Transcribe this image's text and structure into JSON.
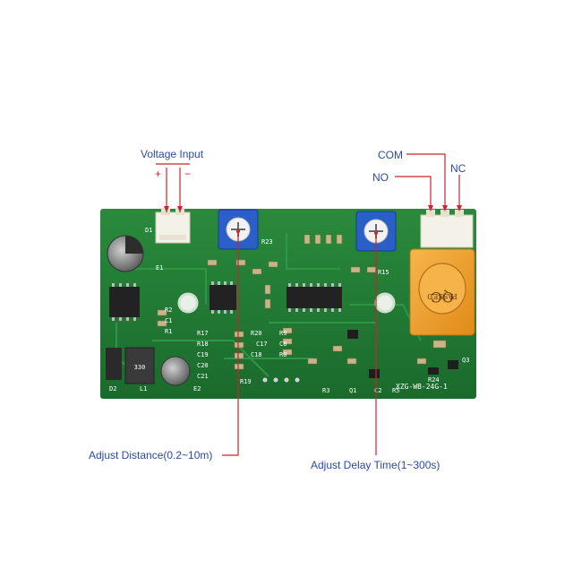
{
  "labels": {
    "voltage_input": "Voltage Input",
    "plus": "+",
    "minus": "−",
    "com": "COM",
    "no": "NO",
    "nc": "NC",
    "adjust_distance": "Adjust Distance(0.2~10m)",
    "adjust_delay": "Adjust Delay Time(1~300s)"
  },
  "board": {
    "model": "XZG-WB-24G-1",
    "relay_stamp_line1": "QC",
    "relay_stamp_line2": "PASSED",
    "inductor_code": "330"
  },
  "colors": {
    "pcb": "#1f7a33",
    "leader_line": "#c8262b",
    "label_text": "#2a4aa8",
    "relay": "#f0a020",
    "potentiometer": "#2a5fc8"
  }
}
